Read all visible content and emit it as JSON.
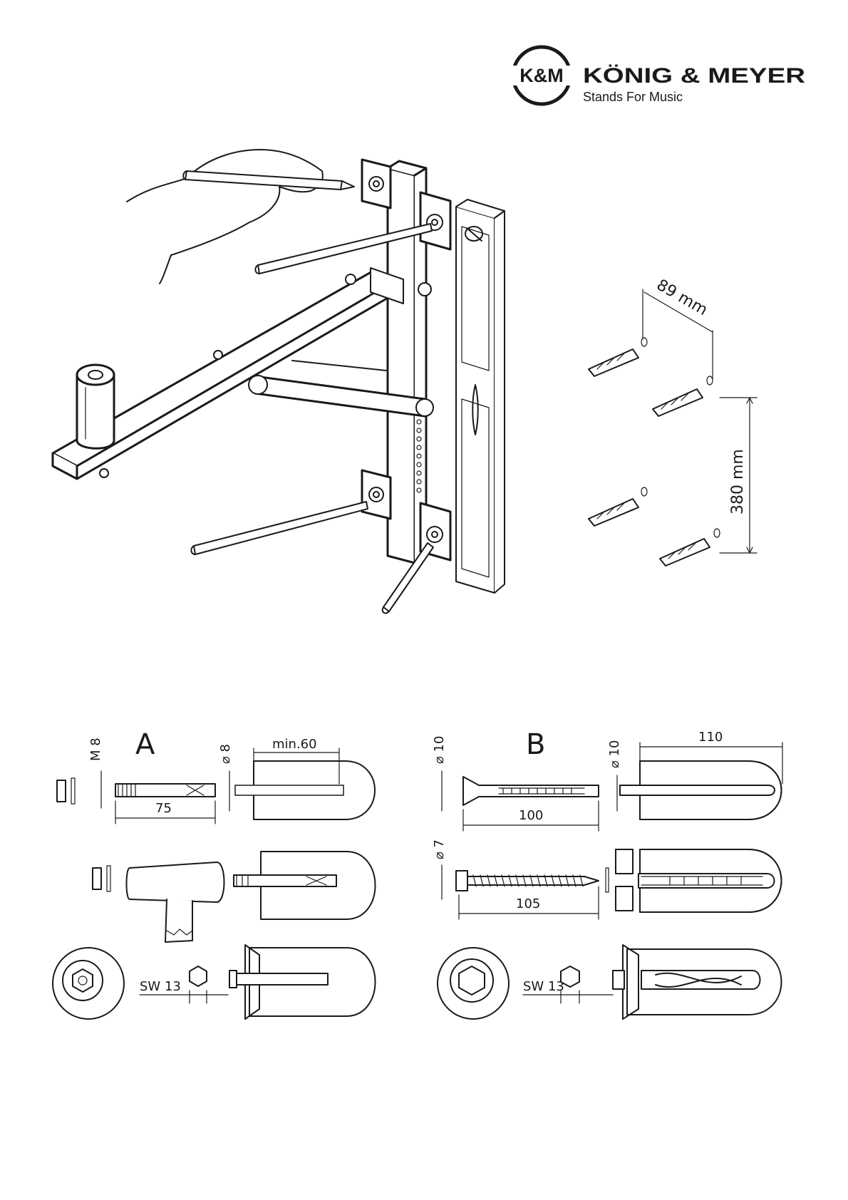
{
  "brand": {
    "monogram": "K&M",
    "name": "KÖNIG & MEYER",
    "tagline": "Stands For Music"
  },
  "overview": {
    "dim_horizontal": "89 mm",
    "dim_vertical": "380 mm"
  },
  "detail_a": {
    "label": "A",
    "thread": "M 8",
    "bolt_length": "75",
    "drill_diameter": "⌀ 8",
    "min_depth": "min.60",
    "wrench_size": "SW 13"
  },
  "detail_b": {
    "label": "B",
    "drill_diameter": "⌀ 10",
    "plug_length": "100",
    "hole_diameter": "⌀ 10",
    "hole_depth": "110",
    "screw_diameter": "⌀ 7",
    "screw_length": "105",
    "wrench_size": "SW 13"
  },
  "colors": {
    "ink": "#1a1a1a",
    "paper": "#ffffff"
  }
}
